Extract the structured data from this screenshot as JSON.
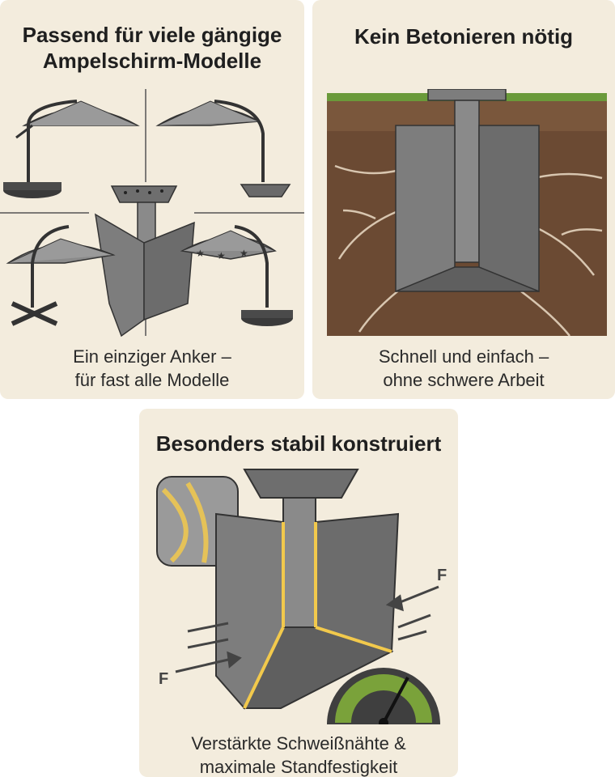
{
  "panels": [
    {
      "title_line1": "Passend für viele gängige",
      "title_line2": "Ampelschirm-Modelle",
      "caption_line1": "Ein einziger Anker –",
      "caption_line2": "für fast alle Modelle"
    },
    {
      "title_line1": "Kein Betonieren nötig",
      "caption_line1": "Schnell und einfach –",
      "caption_line2": "ohne schwere Arbeit"
    },
    {
      "title_line1": "Besonders stabil konstruiert",
      "caption_line1": "Verstärkte Schweißnähte &",
      "caption_line2": "maximale Standfestigkeit",
      "force_label": "F"
    }
  ],
  "colors": {
    "card_bg": "#f3ecdd",
    "metal": "#7d7d7d",
    "metal_dark": "#4a4a4a",
    "soil": "#6b4a33",
    "grass": "#6a9a3a",
    "weld_glow": "#f2c94c"
  },
  "icons": [
    "umbrella-icon",
    "ground-anchor-icon",
    "root-icon",
    "weld-seam-icon",
    "force-arrow-icon",
    "stability-gauge-icon"
  ]
}
